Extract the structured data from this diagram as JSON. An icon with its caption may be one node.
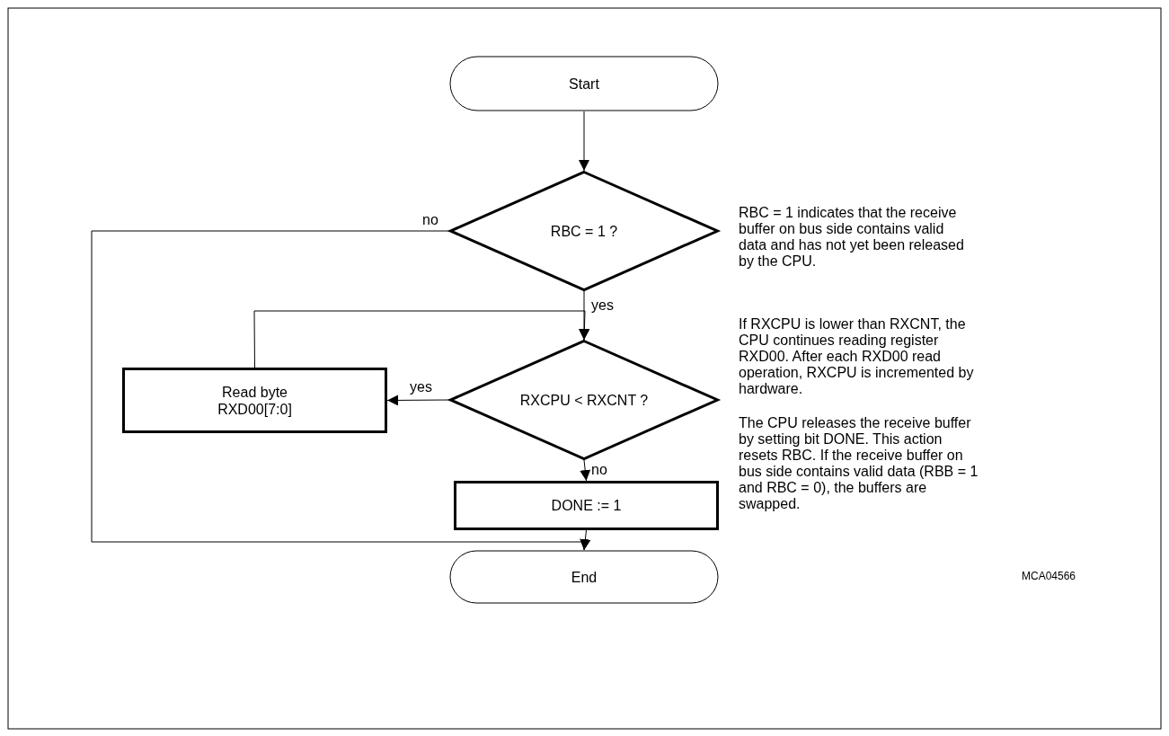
{
  "diagram": {
    "nodes": [
      {
        "text": [
          "Start"
        ]
      },
      {
        "text": [
          "RBC = 1 ?"
        ]
      },
      {
        "text": [
          "RXCPU < RXCNT ?"
        ]
      },
      {
        "text": [
          "Read byte RXD00[7:0]"
        ]
      },
      {
        "text": [
          "DONE := 1"
        ]
      },
      {
        "text": [
          "End"
        ]
      }
    ],
    "edges": [
      {
        "from": 0,
        "to": 1,
        "arrow": "to"
      },
      {
        "from": 1,
        "to": 2,
        "arrow": "to",
        "label": "yes"
      },
      {
        "from": 2,
        "to": 3,
        "arrow": "to",
        "label": "yes"
      },
      {
        "from": 3,
        "to": 2,
        "arrow": "to"
      },
      {
        "from": 2,
        "to": 4,
        "arrow": "to",
        "label": "no"
      },
      {
        "from": 4,
        "to": 5,
        "arrow": "to"
      },
      {
        "from": 1,
        "to": 5,
        "arrow": "to",
        "label": "no"
      }
    ],
    "labels": [
      "RBC = 1 indicates that the receive buffer on bus side contains valid data and has not yet been released by the CPU.",
      "If RXCPU is lower than RXCNT, the CPU continues reading register RXD00. After each RXD00 read operation, RXCPU is incremented by hardware.",
      "The CPU releases the receive buffer by setting bit DONE. This action resets RBC. If the receive buffer on bus side contains valid data (RBB = 1 and RBC = 0), the buffers are swapped.",
      "MCA04566"
    ]
  }
}
